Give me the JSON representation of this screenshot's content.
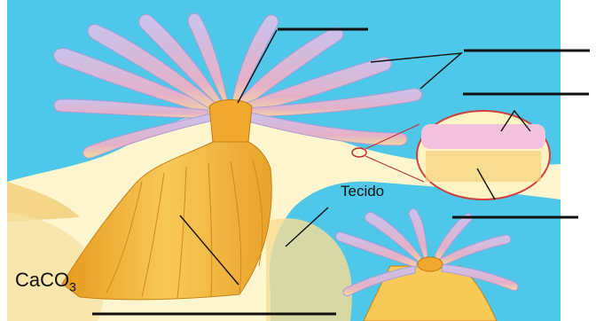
{
  "figure": {
    "labels": {
      "tissue": "Tecido",
      "calcium_carbonate_main": "CaCO",
      "calcium_carbonate_subscript": "3"
    },
    "answer_blanks": [
      "top",
      "upper-right-1",
      "upper-right-2",
      "right-middle",
      "bottom"
    ],
    "colors": {
      "water": "#4fc7e8",
      "skeleton": "#f2b93b",
      "tentacles": "#b5aee0",
      "tissue_cream": "#fff3c4",
      "leader": "#111111"
    }
  }
}
